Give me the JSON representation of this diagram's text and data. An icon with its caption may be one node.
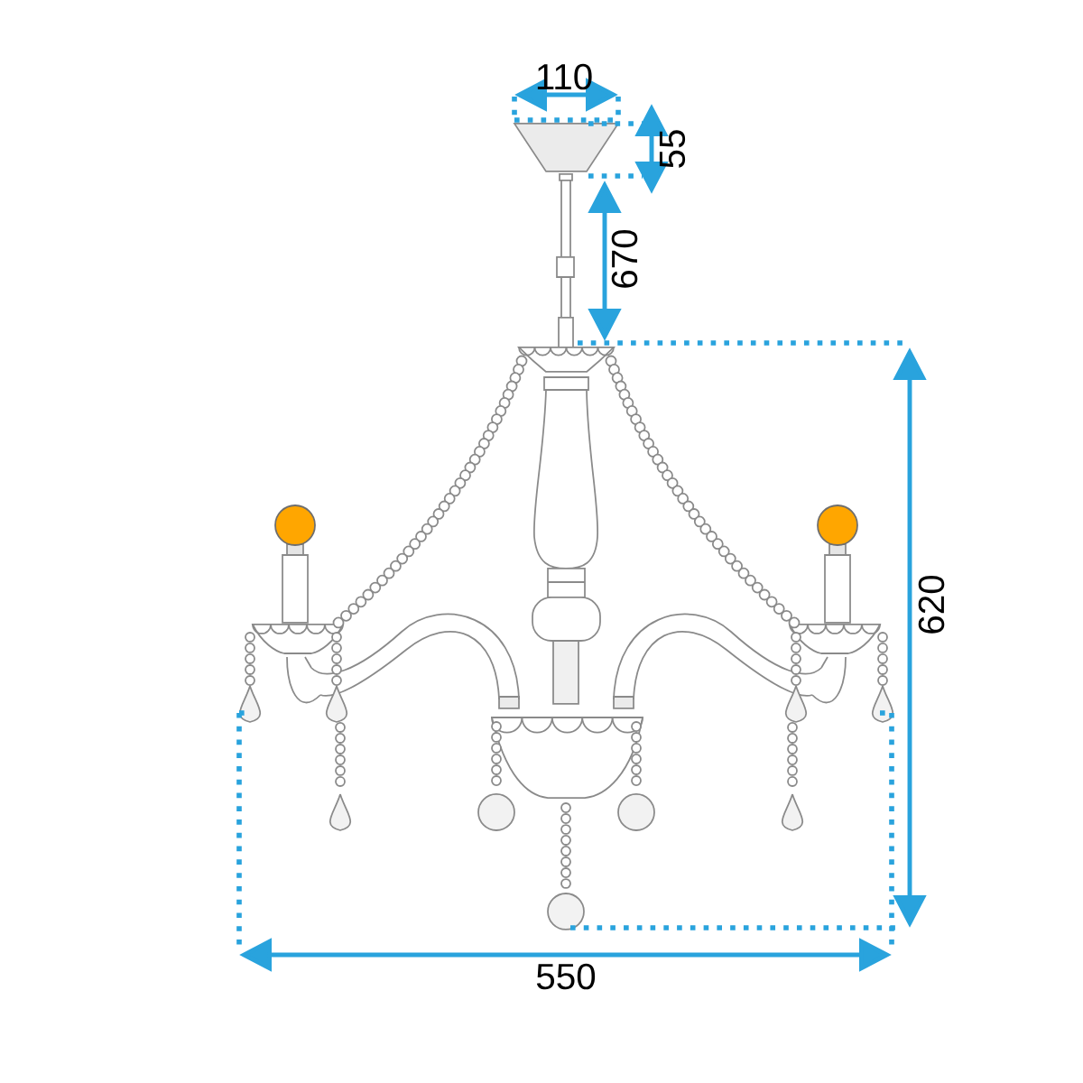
{
  "diagram": {
    "labels": [
      "110",
      "55",
      "670",
      "620",
      "550"
    ]
  }
}
